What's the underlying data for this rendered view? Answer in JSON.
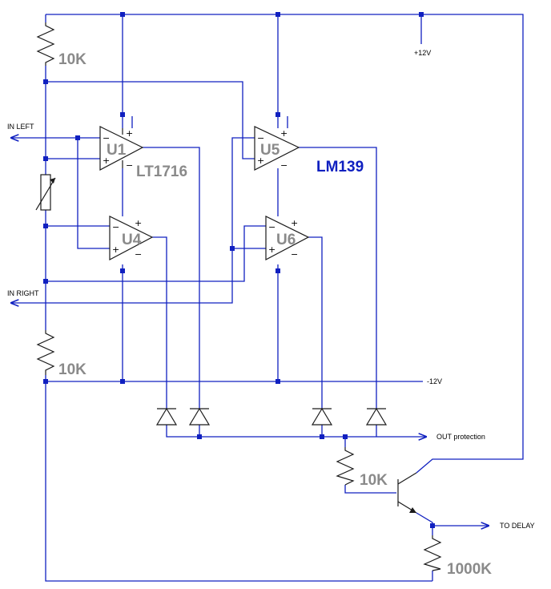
{
  "labels": {
    "r_top": "10K",
    "r_bottom": "10K",
    "r_base": "10K",
    "r_emitter": "1000K",
    "u1": "U1",
    "u4": "U4",
    "u5": "U5",
    "u6": "U6",
    "part_u1": "LT1716",
    "part_u5": "LM139",
    "vplus": "+12V",
    "vminus": "-12V",
    "in_left": "IN LEFT",
    "in_right": "IN RIGHT",
    "out": "OUT protection",
    "to_delay": "TO DELAY"
  }
}
